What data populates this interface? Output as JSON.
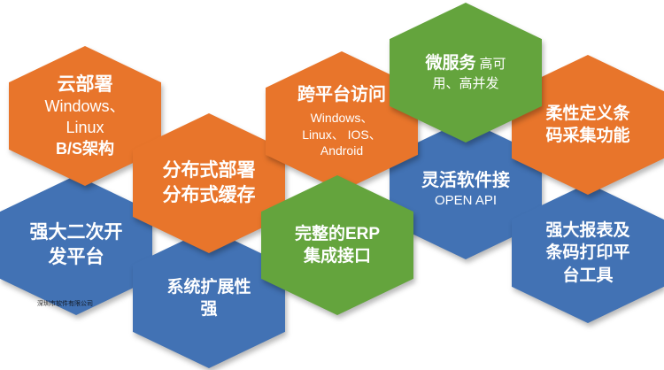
{
  "colors": {
    "orange": "#E8752B",
    "green": "#64A43D",
    "blue": "#4272B4",
    "text": "#FFFFFF"
  },
  "watermark": "深圳市软件有限公司",
  "hexagons": [
    {
      "name": "cloud-deploy",
      "color": "orange",
      "lines": [
        "云部署",
        "Windows、",
        "Linux",
        "B/S架构"
      ]
    },
    {
      "name": "secondary-dev-platform",
      "color": "blue",
      "lines": [
        "强大二次开",
        "发平台"
      ]
    },
    {
      "name": "distributed",
      "color": "orange",
      "lines": [
        "分布式部署",
        "分布式缓存"
      ]
    },
    {
      "name": "scalability",
      "color": "blue",
      "lines": [
        "系统扩展性",
        "强"
      ]
    },
    {
      "name": "cross-platform",
      "color": "orange",
      "lines": [
        "跨平台访问",
        "Windows、",
        "Linux、 IOS、",
        "Android"
      ]
    },
    {
      "name": "erp-integration",
      "color": "green",
      "lines": [
        "完整的ERP",
        "集成接口"
      ]
    },
    {
      "name": "microservice",
      "color": "green",
      "title": "微服务",
      "subtitle": "高可用、高并发"
    },
    {
      "name": "open-api",
      "color": "blue",
      "lines": [
        "灵活软件接",
        "OPEN API"
      ]
    },
    {
      "name": "flexible-barcode-capture",
      "color": "orange",
      "lines": [
        "柔性定义条",
        "码采集功能"
      ]
    },
    {
      "name": "report-barcode-print",
      "color": "blue",
      "lines": [
        "强大报表及",
        "条码打印平",
        "台工具"
      ]
    }
  ]
}
